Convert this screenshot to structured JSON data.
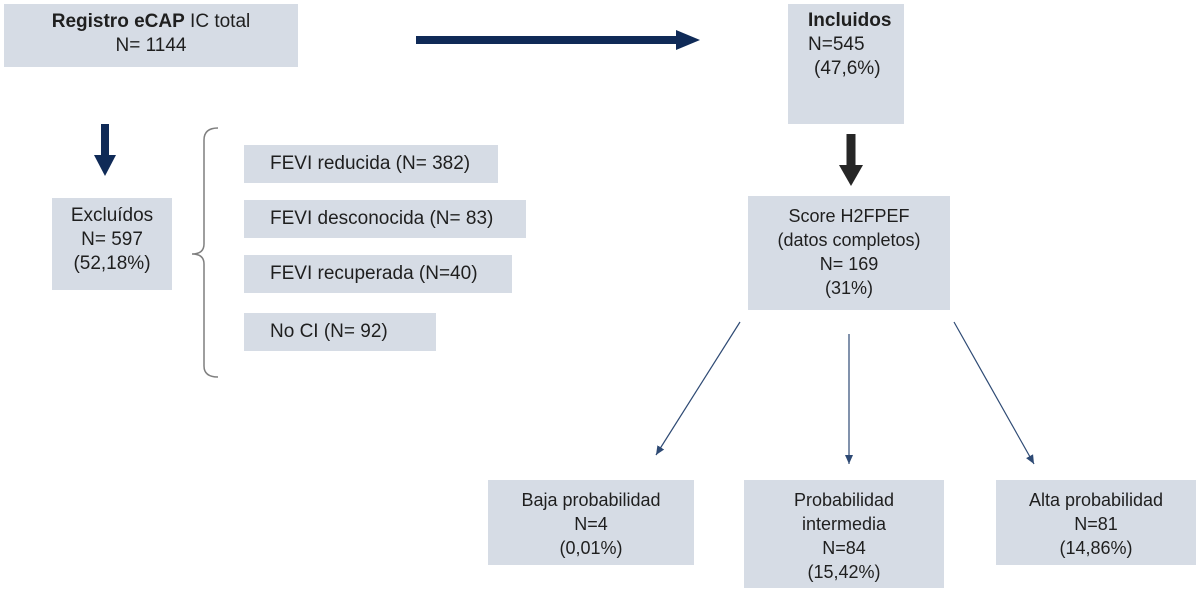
{
  "registro": {
    "title_bold": "Registro eCAP",
    "title_rest": "IC total",
    "n": "N= 1144"
  },
  "incluidos": {
    "title": "Incluidos",
    "n": "N=545",
    "pct": "(47,6%)"
  },
  "excluidos": {
    "title": "Excluídos",
    "n": "N= 597",
    "pct": "(52,18%)"
  },
  "exclusion_reasons": [
    "FEVI reducida (N= 382)",
    "FEVI desconocida (N= 83)",
    "FEVI recuperada (N=40)",
    "No CI (N= 92)"
  ],
  "score": {
    "line1": "Score H2FPEF",
    "line2": "(datos completos)",
    "n": "N= 169",
    "pct": "(31%)"
  },
  "results": [
    {
      "lines": [
        "Baja probabilidad",
        "N=4",
        "(0,01%)"
      ]
    },
    {
      "lines": [
        "Probabilidad",
        "intermedia",
        "N=84",
        "(15,42%)"
      ]
    },
    {
      "lines": [
        "Alta probabilidad",
        "N=81",
        "(14,86%)"
      ]
    }
  ],
  "colors": {
    "box_fill": "#d6dce5",
    "arrow_navy": "#0f2a57",
    "arrow_dark": "#262626",
    "thin_line": "#2e4a74",
    "brace": "#7f7f7f"
  }
}
